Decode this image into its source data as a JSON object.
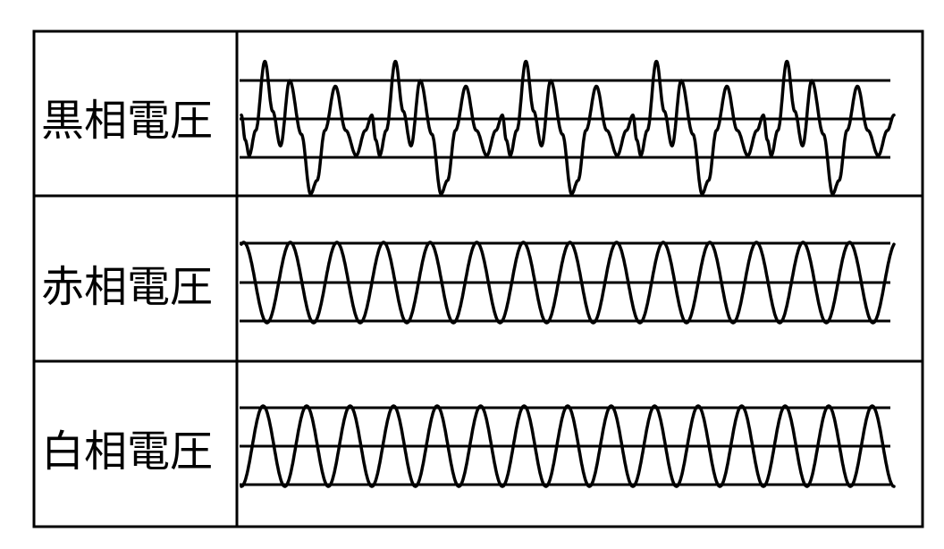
{
  "rows": [
    {
      "label": "黒相電圧",
      "waveform": "distorted",
      "cycles": 5
    },
    {
      "label": "赤相電圧",
      "waveform": "sine",
      "cycles": 14
    },
    {
      "label": "白相電圧",
      "waveform": "sine",
      "cycles": 15
    }
  ],
  "colors": {
    "line": "#000000",
    "background": "#ffffff"
  }
}
